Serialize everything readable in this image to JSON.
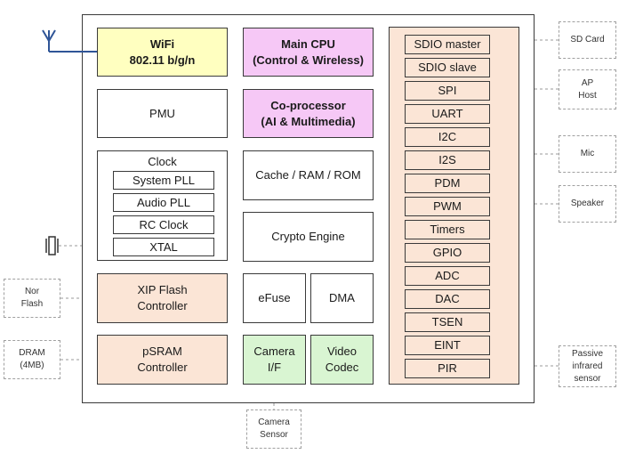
{
  "blocks": {
    "wifi": [
      "WiFi",
      "802.11 b/g/n"
    ],
    "main_cpu": [
      "Main CPU",
      "(Control & Wireless)"
    ],
    "pmu": "PMU",
    "coprocessor": [
      "Co-processor",
      "(AI & Multimedia)"
    ],
    "clock": {
      "title": "Clock",
      "items": [
        "System PLL",
        "Audio PLL",
        "RC Clock",
        "XTAL"
      ]
    },
    "cache": "Cache / RAM / ROM",
    "crypto": "Crypto Engine",
    "xip": [
      "XIP Flash",
      "Controller"
    ],
    "efuse": "eFuse",
    "dma": "DMA",
    "psram": [
      "pSRAM",
      "Controller"
    ],
    "camera_if": [
      "Camera",
      "I/F"
    ],
    "video_codec": [
      "Video",
      "Codec"
    ]
  },
  "peripherals": [
    "SDIO master",
    "SDIO slave",
    "SPI",
    "UART",
    "I2C",
    "I2S",
    "PDM",
    "PWM",
    "Timers",
    "GPIO",
    "ADC",
    "DAC",
    "TSEN",
    "EINT",
    "PIR"
  ],
  "external": {
    "sd_card": [
      "SD Card"
    ],
    "ap_host": [
      "AP",
      "Host"
    ],
    "mic": [
      "Mic"
    ],
    "speaker": [
      "Speaker"
    ],
    "passive_ir": [
      "Passive",
      "infrared",
      "sensor"
    ],
    "nor_flash": [
      "Nor",
      "Flash"
    ],
    "dram": [
      "DRAM",
      "(4MB)"
    ],
    "camera_sensor": [
      "Camera",
      "Sensor"
    ]
  },
  "colors": {
    "wifi": "#ffffc0",
    "cpu": "#f6c8f6",
    "peripheral": "#fbe5d6",
    "camera": "#d9f5d2",
    "antenna": "#2f5597"
  },
  "icons": {
    "antenna": "antenna-icon",
    "crystal": "crystal-icon"
  }
}
